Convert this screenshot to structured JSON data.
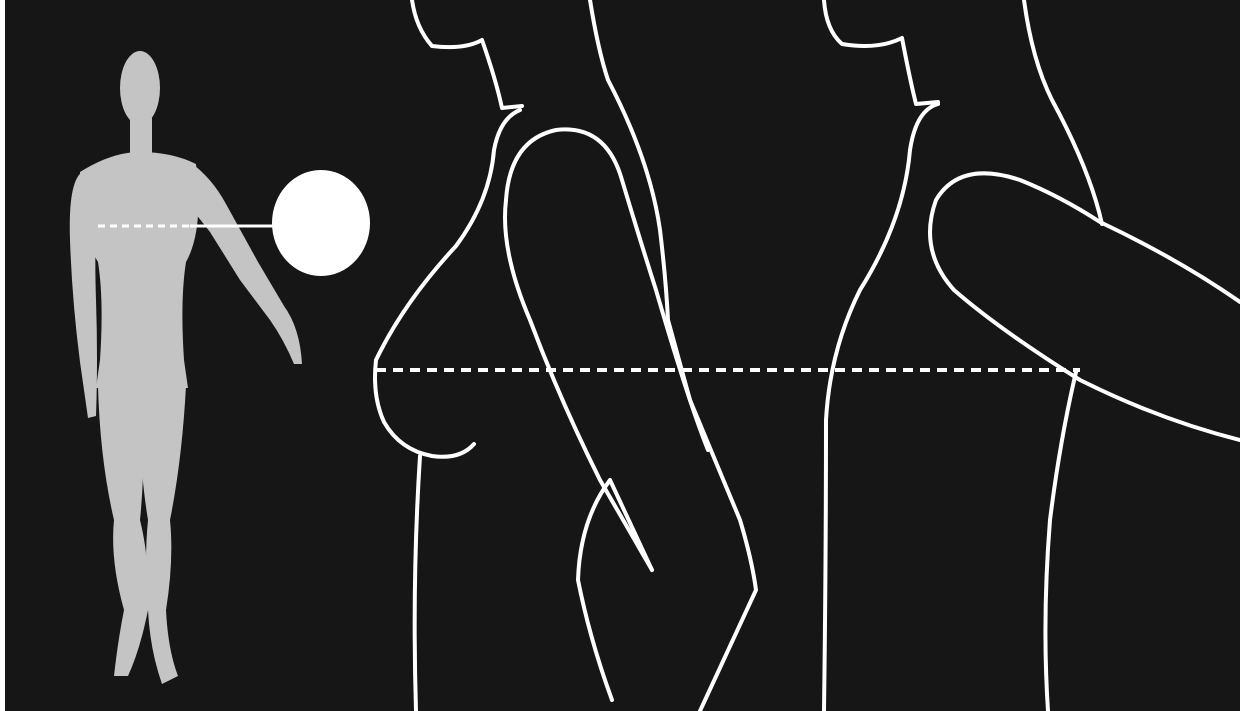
{
  "colors": {
    "background": "#161616",
    "outline": "#ffffff",
    "figure": "#c4c4c4",
    "magnifier": "#ffffff",
    "measure_line": "#ffffff"
  },
  "diagram": {
    "subject": "bust-measurement",
    "figures": [
      "mannequin-thumbnail",
      "torso-side-view-arm-down",
      "torso-side-view-arm-raised"
    ]
  }
}
